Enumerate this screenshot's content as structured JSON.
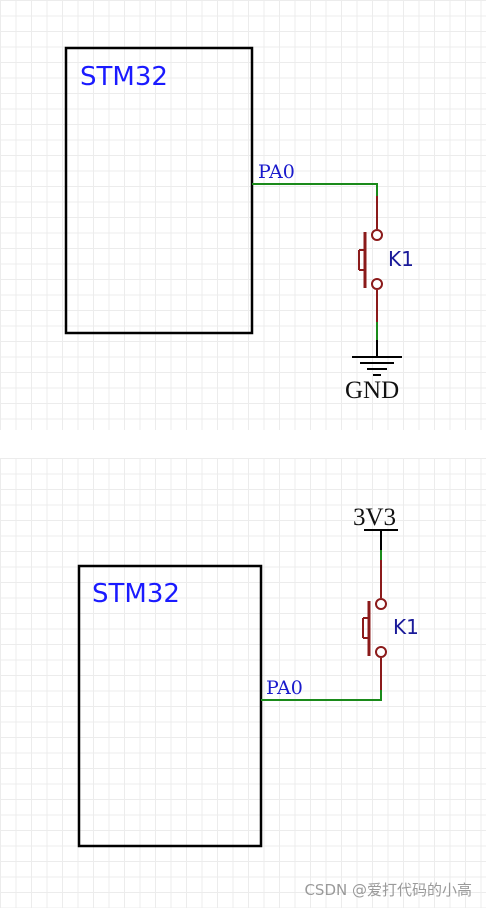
{
  "circuits": [
    {
      "chip_label": "STM32",
      "pin_label": "PA0",
      "switch_label": "K1",
      "power_label": "GND"
    },
    {
      "chip_label": "STM32",
      "pin_label": "PA0",
      "switch_label": "K1",
      "power_label": "3V3"
    }
  ],
  "watermark": "CSDN @爱打代码的小高",
  "colors": {
    "wire": "#1a8a1a",
    "switch": "#8b1a1a",
    "chip_text": "#1a1aff"
  }
}
